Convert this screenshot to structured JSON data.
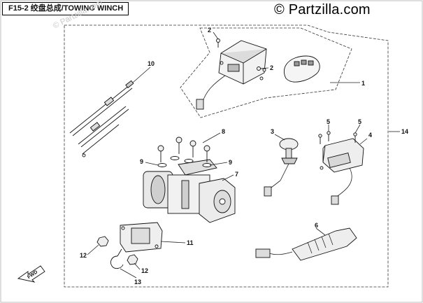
{
  "title": "F15-2 绞盘总成/TOWING WINCH",
  "watermark_main": "© Partzilla.com",
  "watermark_faint": "© Partzilla.com",
  "fwd_label": "FWD",
  "callouts": {
    "c1": "1",
    "c2a": "2",
    "c2b": "2",
    "c3": "3",
    "c4": "4",
    "c5a": "5",
    "c5b": "5",
    "c6": "6",
    "c7": "7",
    "c8": "8",
    "c9a": "9",
    "c9b": "9",
    "c10": "10",
    "c11": "11",
    "c12a": "12",
    "c12b": "12",
    "c13": "13",
    "c14": "14"
  }
}
